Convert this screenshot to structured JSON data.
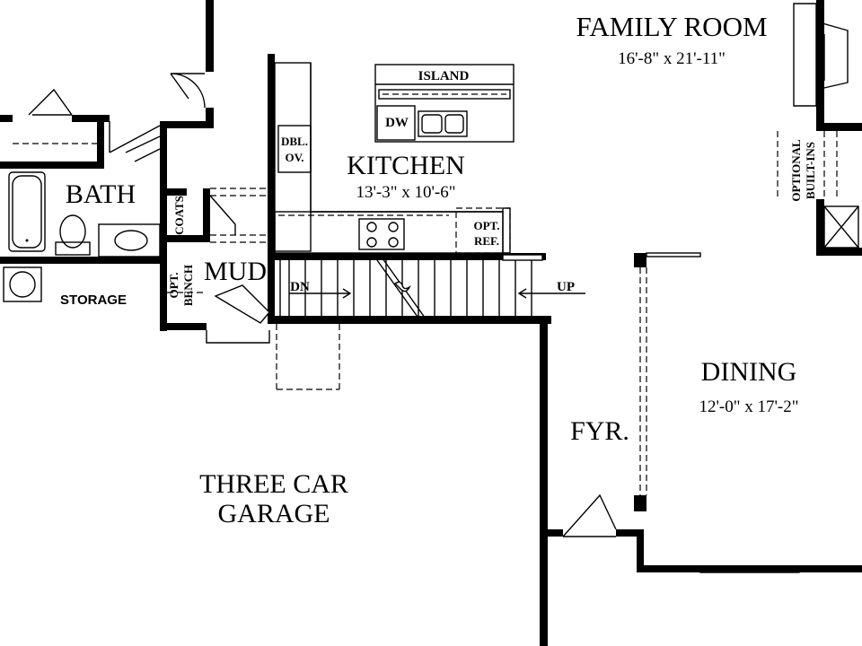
{
  "rooms": {
    "family_room": {
      "name": "FAMILY ROOM",
      "size": "16'-8\" x 21'-11\""
    },
    "kitchen": {
      "name": "KITCHEN",
      "size": "13'-3\" x 10'-6\""
    },
    "dining": {
      "name": "DINING",
      "size": "12'-0\" x 17'-2\""
    },
    "bath": {
      "name": "BATH"
    },
    "mud": {
      "name": "MUD"
    },
    "garage": {
      "line1": "THREE CAR",
      "line2": "GARAGE"
    },
    "foyer": {
      "name": "FYR."
    },
    "storage": {
      "name": "STORAGE"
    }
  },
  "labels": {
    "island": "ISLAND",
    "dishwasher": "DW",
    "double_oven_1": "DBL.",
    "double_oven_2": "OV.",
    "opt_ref_1": "OPT.",
    "opt_ref_2": "REF.",
    "coats": "COATS",
    "opt_bench_1": "OPT.",
    "opt_bench_2": "BENCH",
    "optional_builtins_1": "OPTIONAL",
    "optional_builtins_2": "BUILT-INS",
    "stair_down": "DN",
    "stair_up": "UP"
  }
}
